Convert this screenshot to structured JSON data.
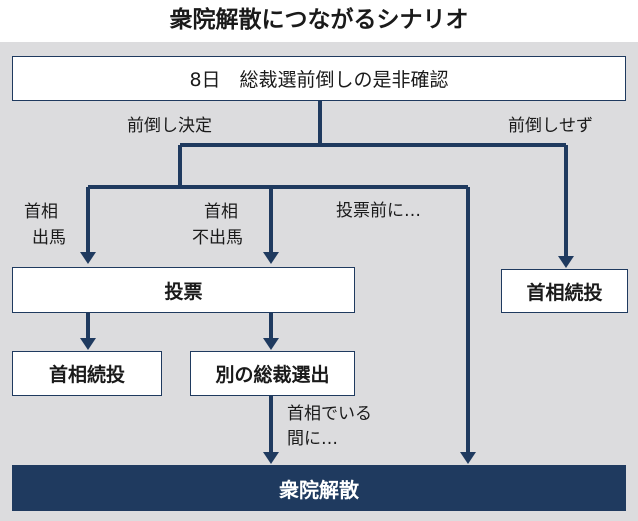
{
  "title": "衆院解散につながるシナリオ",
  "colors": {
    "panel": "#dcdcde",
    "navy": "#1f3a5f",
    "box": "#ffffff"
  },
  "nodes": {
    "top": "8日　総裁選前倒しの是非確認",
    "vote": "投票",
    "pm_continues_left": "首相続投",
    "other_president": "別の総裁選出",
    "pm_continues_right": "首相続投",
    "dissolution": "衆院解散"
  },
  "edge_labels": {
    "decided": "前倒し決定",
    "not_decided": "前倒しせず",
    "pm_runs_1": "首相",
    "pm_runs_2": "出馬",
    "pm_not_run_1": "首相",
    "pm_not_run_2": "不出馬",
    "before_vote": "投票前に…",
    "while_pm_1": "首相でいる",
    "while_pm_2": "間に…"
  }
}
